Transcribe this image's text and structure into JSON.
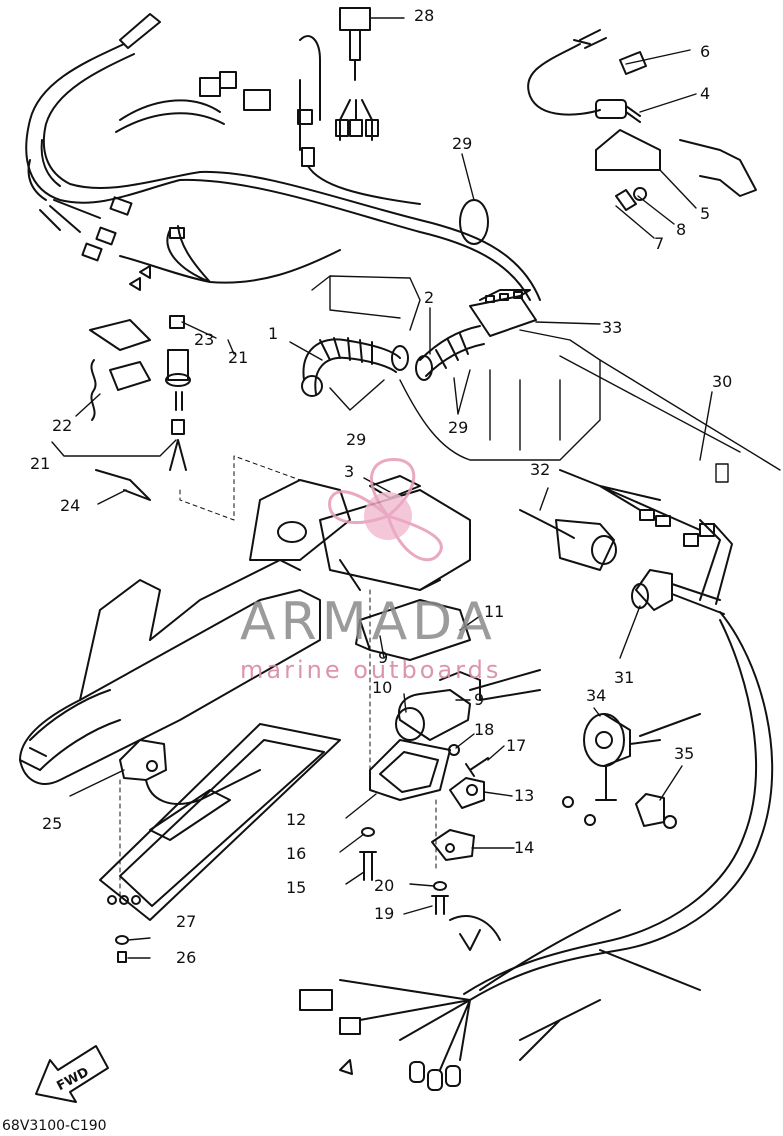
{
  "diagram": {
    "code": "68V3100-C190",
    "fwd_label": "FWD",
    "watermark": {
      "title": "ARMADA",
      "subtitle": "marine outboards",
      "logo_color": "#e79bb8"
    },
    "callouts": {
      "c1": "1",
      "c2": "2",
      "c3": "3",
      "c4": "4",
      "c5": "5",
      "c6": "6",
      "c7": "7",
      "c8": "8",
      "c9a": "9",
      "c9b": "9",
      "c10": "10",
      "c11": "11",
      "c12": "12",
      "c13": "13",
      "c14": "14",
      "c15": "15",
      "c16": "16",
      "c17": "17",
      "c18": "18",
      "c19": "19",
      "c20": "20",
      "c21a": "21",
      "c21b": "21",
      "c22": "22",
      "c23": "23",
      "c24": "24",
      "c25": "25",
      "c26": "26",
      "c27": "27",
      "c28": "28",
      "c29a": "29",
      "c29b": "29",
      "c29c": "29",
      "c30": "30",
      "c31": "31",
      "c32": "32",
      "c33": "33",
      "c34": "34",
      "c35": "35"
    }
  }
}
